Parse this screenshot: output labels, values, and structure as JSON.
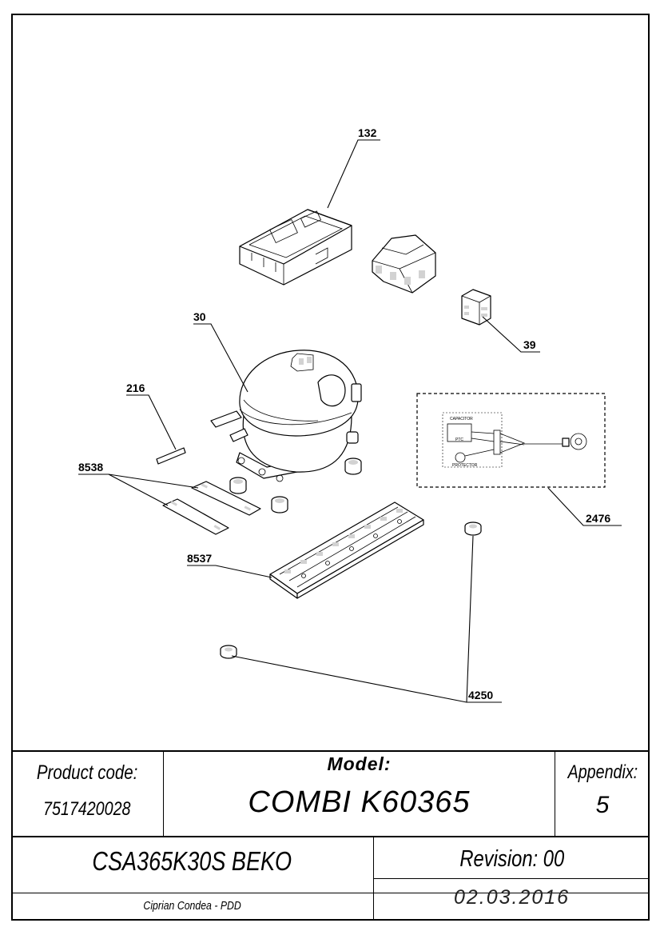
{
  "callouts": {
    "c132": "132",
    "c39": "39",
    "c30": "30",
    "c216": "216",
    "c8538": "8538",
    "c2476": "2476",
    "c8537": "8537",
    "c4250": "4250"
  },
  "wiring_labels": {
    "capacitor": "CAPACITOR",
    "ptc": "PTC",
    "protector": "PROTECTOR"
  },
  "title_block": {
    "product_code_label": "Product code:",
    "product_code_value": "7517420028",
    "model_label": "Model:",
    "model_value": "COMBI K60365",
    "appendix_label": "Appendix:",
    "appendix_value": "5",
    "compressor": "CSA365K30S BEKO",
    "revision": "Revision: 00",
    "author": "Ciprian Condea - PDD",
    "date": "02.03.2016"
  }
}
